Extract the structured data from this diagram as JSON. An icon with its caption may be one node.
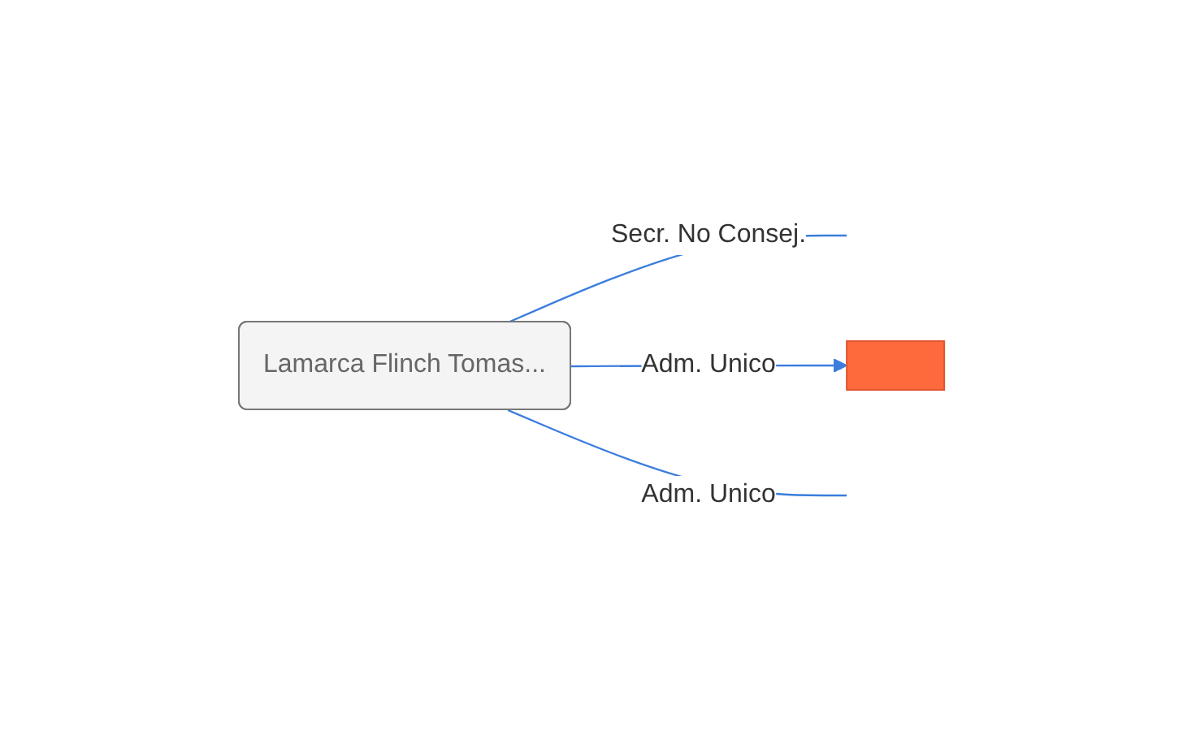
{
  "diagram": {
    "nodes": [
      {
        "text": [
          "Lamarca Flinch Tomas..."
        ]
      },
      {
        "text": [],
        "shape": "box"
      }
    ],
    "edges": [
      {
        "from": 0,
        "to": null,
        "arrow": "none",
        "label": "Secr. No Consej."
      },
      {
        "from": 0,
        "to": 1,
        "arrow": "to",
        "label": "Adm. Unico"
      },
      {
        "from": 0,
        "to": null,
        "arrow": "none",
        "label": "Adm. Unico"
      }
    ]
  }
}
